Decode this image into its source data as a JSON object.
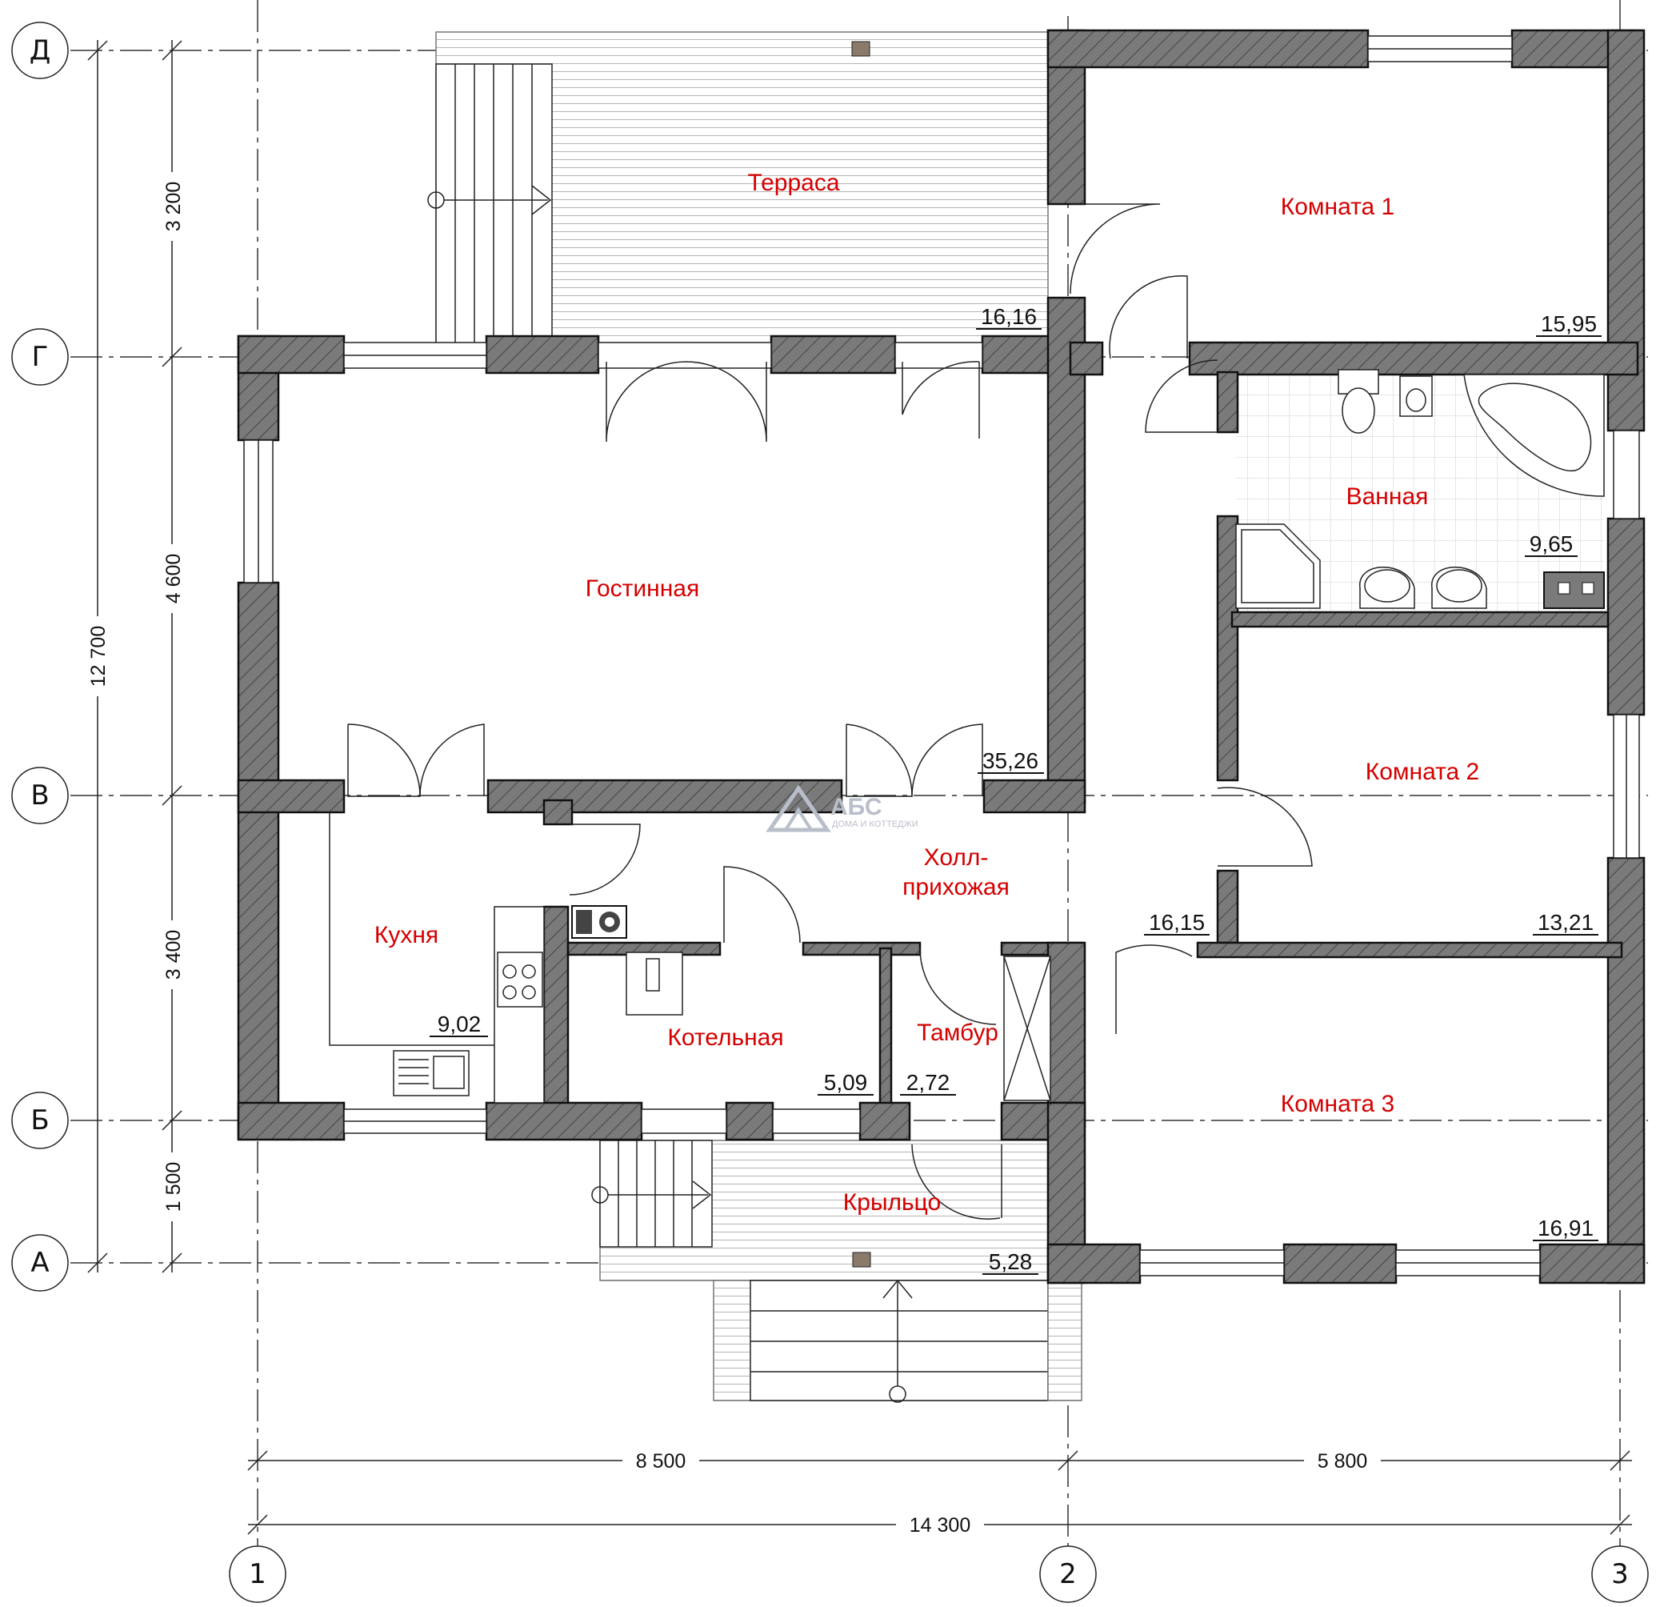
{
  "rooms": {
    "terrace": {
      "label": "Терраса",
      "area": "16,16"
    },
    "room1": {
      "label": "Комната 1",
      "area": "15,95"
    },
    "bathroom": {
      "label": "Ванная",
      "area": "9,65"
    },
    "living": {
      "label": "Гостинная",
      "area": "35,26"
    },
    "room2": {
      "label": "Комната 2",
      "area": "13,21"
    },
    "hall": {
      "label_line1": "Холл-",
      "label_line2": "прихожая",
      "area": "16,15"
    },
    "kitchen": {
      "label": "Кухня",
      "area": "9,02"
    },
    "boiler": {
      "label": "Котельная",
      "area": "5,09"
    },
    "vestibule": {
      "label": "Тамбур",
      "area": "2,72"
    },
    "room3": {
      "label": "Комната 3",
      "area": "16,91"
    },
    "porch": {
      "label": "Крыльцо",
      "area": "5,28"
    }
  },
  "axes": {
    "rows": [
      "Д",
      "Г",
      "В",
      "Б",
      "А"
    ],
    "columns": [
      "1",
      "2",
      "3"
    ]
  },
  "dimensions": {
    "vertical_segments": [
      "3 200",
      "4 600",
      "3 400",
      "1 500"
    ],
    "vertical_total": "12 700",
    "horizontal_segments": [
      "8 500",
      "5 800"
    ],
    "horizontal_total": "14 300"
  },
  "logo": {
    "main": "АБС",
    "sub": "ДОМА И КОТТЕДЖИ"
  },
  "colors": {
    "room_label": "#d40000",
    "wall": "#7a7a7a",
    "text": "#111111"
  }
}
